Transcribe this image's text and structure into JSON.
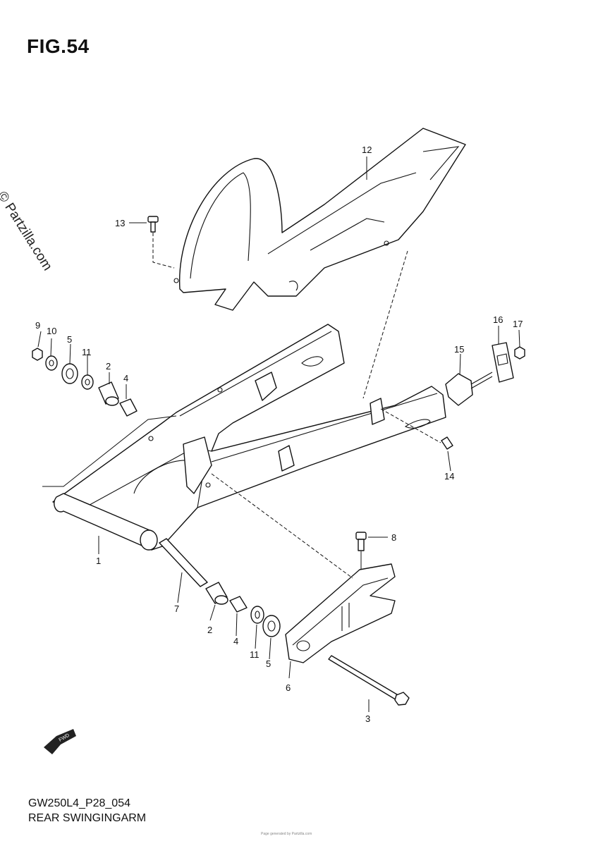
{
  "figure": {
    "title": "FIG.54",
    "code": "GW250L4_P28_054",
    "caption": "REAR SWINGINGARM",
    "watermark": "© Partzilla.com",
    "fwd_label": "FWD",
    "footer": "Page generated by Partzilla.com"
  },
  "callouts": [
    "1",
    "2",
    "2",
    "3",
    "4",
    "4",
    "5",
    "5",
    "6",
    "7",
    "8",
    "9",
    "10",
    "11",
    "11",
    "12",
    "13",
    "14",
    "15",
    "16",
    "17"
  ]
}
